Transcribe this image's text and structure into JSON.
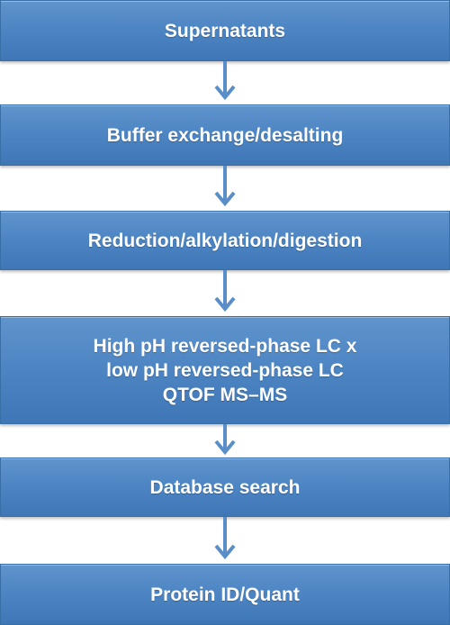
{
  "flowchart": {
    "steps": [
      {
        "label": "Supernatants"
      },
      {
        "label": "Buffer exchange/desalting"
      },
      {
        "label": "Reduction/alkylation/digestion"
      },
      {
        "label": "High pH reversed-phase LC x\nlow pH reversed-phase LC\nQTOF MS–MS"
      },
      {
        "label": "Database search"
      },
      {
        "label": "Protein ID/Quant"
      }
    ],
    "colors": {
      "box_fill": "#4e86c4",
      "box_border": "#3a6fa5",
      "arrow": "#5a8ec8",
      "text": "#ffffff"
    }
  }
}
